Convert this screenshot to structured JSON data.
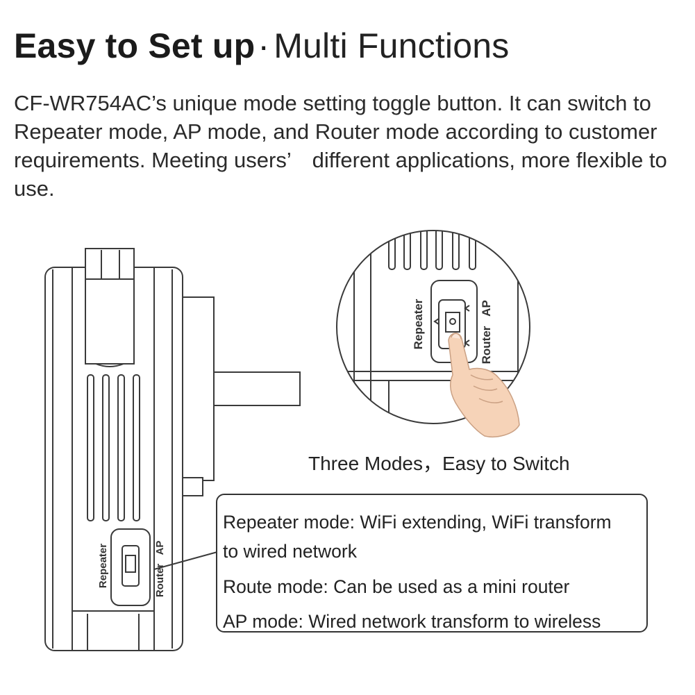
{
  "headline": {
    "bold": "Easy to Set up",
    "separator": "·",
    "light": "Multi Functions"
  },
  "intro": "CF-WR754AC’s unique mode setting toggle button. It can switch to Repeater mode, AP mode, and Router mode according to customer requirements. Meeting users’　different applications, more flexible to use.",
  "device": {
    "switch_label_left": "Repeater",
    "switch_label_right_1": "Router",
    "switch_label_right_2": "AP"
  },
  "zoom": {
    "switch_label_left": "Repeater",
    "switch_label_right_1": "Router",
    "switch_label_right_2": "AP",
    "caption": "Three Modes，Easy to Switch"
  },
  "modes": {
    "repeater_line1": "Repeater mode: WiFi extending, WiFi transform",
    "repeater_line2": "to wired network",
    "route": "Route mode: Can be used as a mini router",
    "ap": "AP mode: Wired network transform to wireless"
  },
  "colors": {
    "line": "#3a3a3a",
    "skin": "#f6d3b8",
    "skin_shadow": "#e8b896"
  }
}
